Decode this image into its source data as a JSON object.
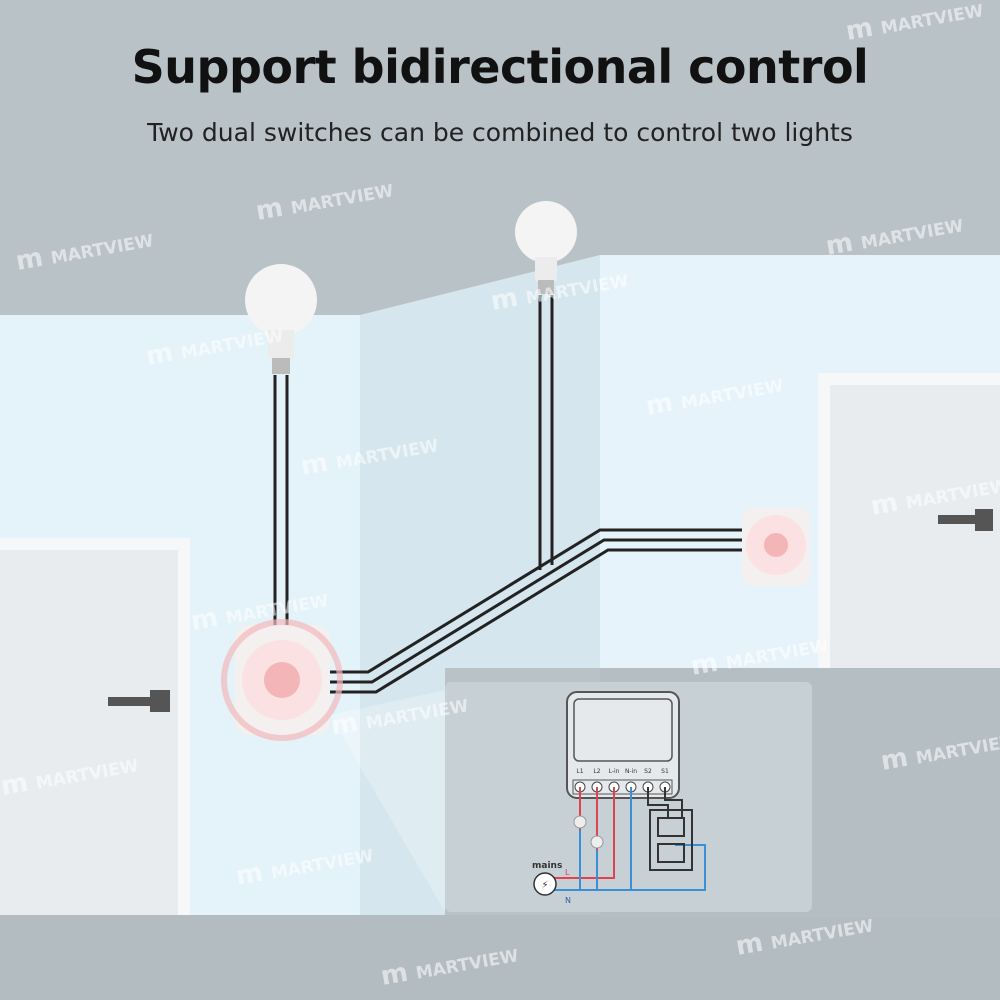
{
  "header": {
    "title": "Support bidirectional control",
    "subtitle": "Two dual switches can be combined to control two lights"
  },
  "watermark": {
    "logo": "m",
    "text": "MARTVIEW"
  },
  "diagram": {
    "terminals": [
      "L1",
      "L2",
      "L-in",
      "N-in",
      "S2",
      "S1"
    ],
    "mains_label": "mains",
    "live_label": "L",
    "neutral_label": "N",
    "colors": {
      "live": "#e0434f",
      "neutral": "#3a8fd6",
      "switch_wire": "#333333"
    }
  },
  "colors": {
    "ceiling": "#b9c2c7",
    "wall": "#e4f2f9",
    "floor": "#b3bcc1",
    "door": "#eef0f1"
  }
}
